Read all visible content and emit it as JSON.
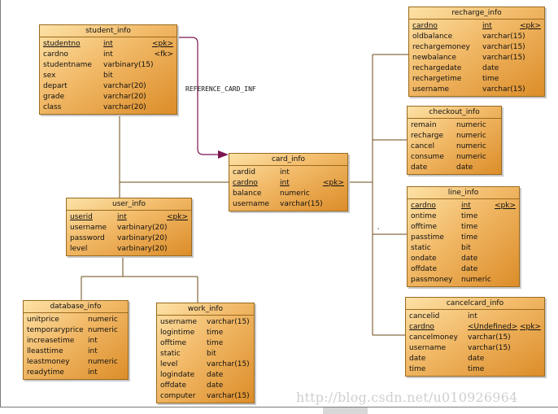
{
  "diagram": {
    "entities": [
      {
        "id": "student_info",
        "title": "student_info",
        "rows": [
          {
            "name": "studentno",
            "type": "int",
            "key": "<pk>",
            "pk": true
          },
          {
            "name": "cardno",
            "type": "int",
            "key": "<fk>",
            "pk": false
          },
          {
            "name": "studentname",
            "type": "varbinary(15)",
            "key": "",
            "pk": false
          },
          {
            "name": "sex",
            "type": "bit",
            "key": "",
            "pk": false
          },
          {
            "name": "depart",
            "type": "varchar(20)",
            "key": "",
            "pk": false
          },
          {
            "name": "grade",
            "type": "varchar(20)",
            "key": "",
            "pk": false
          },
          {
            "name": "class",
            "type": "varchar(20)",
            "key": "",
            "pk": false
          }
        ]
      },
      {
        "id": "card_info",
        "title": "card_info",
        "rows": [
          {
            "name": "cardid",
            "type": "int",
            "key": "",
            "pk": false
          },
          {
            "name": "cardno",
            "type": "int",
            "key": "<pk>",
            "pk": true
          },
          {
            "name": "balance",
            "type": "numeric",
            "key": "",
            "pk": false
          },
          {
            "name": "username",
            "type": "varchar(15)",
            "key": "",
            "pk": false
          }
        ]
      },
      {
        "id": "user_info",
        "title": "user_info",
        "rows": [
          {
            "name": "userid",
            "type": "int",
            "key": "<pk>",
            "pk": true
          },
          {
            "name": "username",
            "type": "varbinary(20)",
            "key": "",
            "pk": false
          },
          {
            "name": "password",
            "type": "varbinary(20)",
            "key": "",
            "pk": false
          },
          {
            "name": "level",
            "type": "varbinary(20)",
            "key": "",
            "pk": false
          }
        ]
      },
      {
        "id": "database_info",
        "title": "database_info",
        "rows": [
          {
            "name": "unitprice",
            "type": "numeric",
            "key": "",
            "pk": false
          },
          {
            "name": "temporaryprice",
            "type": "numeric",
            "key": "",
            "pk": false
          },
          {
            "name": "increasetime",
            "type": "int",
            "key": "",
            "pk": false
          },
          {
            "name": "lleasttime",
            "type": "int",
            "key": "",
            "pk": false
          },
          {
            "name": "leastmoney",
            "type": "numeric",
            "key": "",
            "pk": false
          },
          {
            "name": "readytime",
            "type": "int",
            "key": "",
            "pk": false
          }
        ]
      },
      {
        "id": "work_info",
        "title": "work_info",
        "rows": [
          {
            "name": "username",
            "type": "varchar(15)",
            "key": "",
            "pk": false
          },
          {
            "name": "logintime",
            "type": "time",
            "key": "",
            "pk": false
          },
          {
            "name": "offtime",
            "type": "time",
            "key": "",
            "pk": false
          },
          {
            "name": "static",
            "type": "bit",
            "key": "",
            "pk": false
          },
          {
            "name": "level",
            "type": "varchar(15)",
            "key": "",
            "pk": false
          },
          {
            "name": "logindate",
            "type": "date",
            "key": "",
            "pk": false
          },
          {
            "name": "offdate",
            "type": "date",
            "key": "",
            "pk": false
          },
          {
            "name": "computer",
            "type": "varchar(15)",
            "key": "",
            "pk": false
          }
        ]
      },
      {
        "id": "recharge_info",
        "title": "recharge_info",
        "rows": [
          {
            "name": "cardno",
            "type": "int",
            "key": "<pk>",
            "pk": true
          },
          {
            "name": "oldbalance",
            "type": "varchar(15)",
            "key": "",
            "pk": false
          },
          {
            "name": "rechargemoney",
            "type": "varchar(15)",
            "key": "",
            "pk": false
          },
          {
            "name": "newbalance",
            "type": "varchar(15)",
            "key": "",
            "pk": false
          },
          {
            "name": "rechargedate",
            "type": "date",
            "key": "",
            "pk": false
          },
          {
            "name": "rechargetime",
            "type": "time",
            "key": "",
            "pk": false
          },
          {
            "name": "username",
            "type": "varchar(15)",
            "key": "",
            "pk": false
          }
        ]
      },
      {
        "id": "checkout_info",
        "title": "checkout_info",
        "rows": [
          {
            "name": "remain",
            "type": "numeric",
            "key": "",
            "pk": false
          },
          {
            "name": "recharge",
            "type": "numeric",
            "key": "",
            "pk": false
          },
          {
            "name": "cancel",
            "type": "numeric",
            "key": "",
            "pk": false
          },
          {
            "name": "consume",
            "type": "numeric",
            "key": "",
            "pk": false
          },
          {
            "name": "date",
            "type": "date",
            "key": "",
            "pk": false
          }
        ]
      },
      {
        "id": "line_info",
        "title": "line_info",
        "rows": [
          {
            "name": "cardno",
            "type": "int",
            "key": "<pk>",
            "pk": true
          },
          {
            "name": "ontime",
            "type": "time",
            "key": "",
            "pk": false
          },
          {
            "name": "offtime",
            "type": "time",
            "key": "",
            "pk": false
          },
          {
            "name": "passtime",
            "type": "time",
            "key": "",
            "pk": false
          },
          {
            "name": "static",
            "type": "bit",
            "key": "",
            "pk": false
          },
          {
            "name": "ondate",
            "type": "date",
            "key": "",
            "pk": false
          },
          {
            "name": "offdate",
            "type": "date",
            "key": "",
            "pk": false
          },
          {
            "name": "passmoney",
            "type": "numeric",
            "key": "",
            "pk": false
          }
        ]
      },
      {
        "id": "cancelcard_info",
        "title": "cancelcard_info",
        "rows": [
          {
            "name": "cancelid",
            "type": "int",
            "key": "",
            "pk": false
          },
          {
            "name": "cardno",
            "type": "<Undefined>",
            "key": "<pk>",
            "pk": true
          },
          {
            "name": "cancelmoney",
            "type": "varchar(15)",
            "key": "",
            "pk": false
          },
          {
            "name": "username",
            "type": "varchar(15)",
            "key": "",
            "pk": false
          },
          {
            "name": "date",
            "type": "date",
            "key": "",
            "pk": false
          },
          {
            "name": "time",
            "type": "time",
            "key": "",
            "pk": false
          }
        ]
      }
    ],
    "reference_label": "REFERENCE_CARD_INF",
    "watermark": "http://blog.csdn.net/u010926964",
    "colors": {
      "entity_top": "#fde2a6",
      "entity_bottom": "#dc8d29",
      "border": "#9a6a1e",
      "reference_line": "#7a1650",
      "connector": "#6b4a16"
    }
  }
}
